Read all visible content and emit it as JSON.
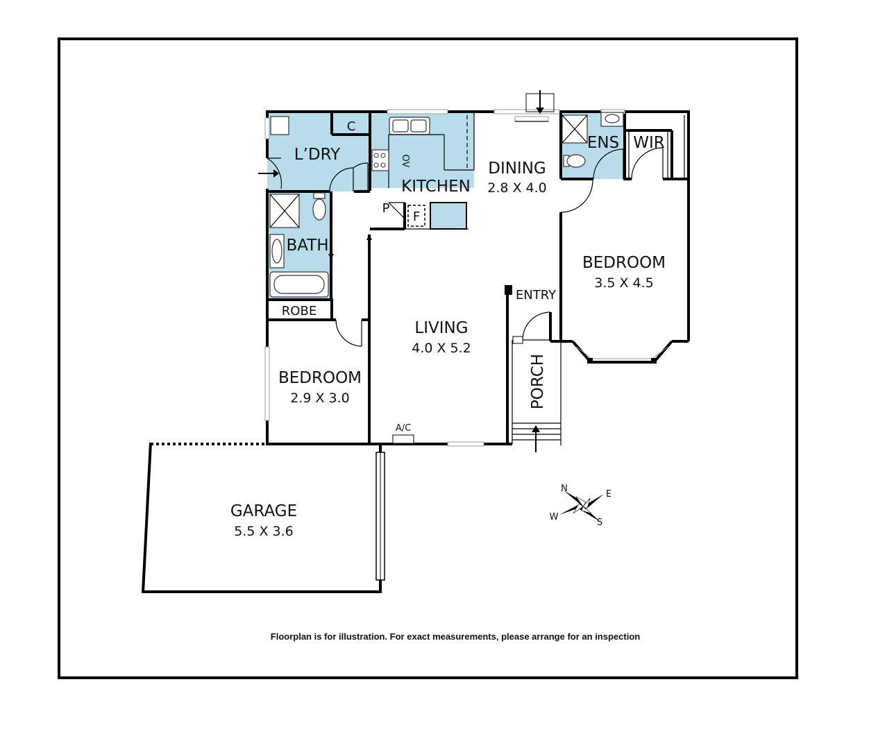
{
  "rooms": {
    "laundry": {
      "label": "L’DRY"
    },
    "kitchen": {
      "label": "KITCHEN"
    },
    "dining": {
      "label": "DINING",
      "dims": "2.8 X 4.0"
    },
    "ensuite": {
      "label": "ENS"
    },
    "wir": {
      "label": "WIR"
    },
    "bath": {
      "label": "BATH"
    },
    "robe": {
      "label": "ROBE"
    },
    "bedroom1": {
      "label": "BEDROOM",
      "dims": "2.9 X 3.0"
    },
    "living": {
      "label": "LIVING",
      "dims": "4.0 X 5.2"
    },
    "entry": {
      "label": "ENTRY"
    },
    "porch": {
      "label": "PORCH"
    },
    "bedroom2": {
      "label": "BEDROOM",
      "dims": "3.5 X 4.5"
    },
    "garage": {
      "label": "GARAGE",
      "dims": "5.5 X 3.6"
    }
  },
  "fixtures": {
    "cupboard": "C",
    "pantry": "P",
    "fridge": "F",
    "oven": "OV",
    "aircon": "A/C"
  },
  "compass": {
    "n": "N",
    "e": "E",
    "s": "S",
    "w": "W"
  },
  "disclaimer": "Floorplan is for illustration. For exact measurements, please arrange for an inspection"
}
